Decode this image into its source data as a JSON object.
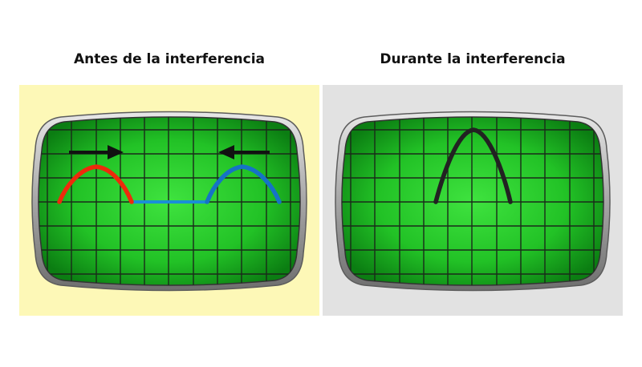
{
  "titles": {
    "left": "Antes de la interferencia",
    "right": "Durante la interferencia"
  },
  "colors": {
    "left_background": "#fdf8b7",
    "right_background": "#e2e2e2",
    "screen_green_center": "#3fe33f",
    "screen_green_edge": "#0b7d12",
    "grid_line": "#1a2a1a",
    "frame": "#9a9a9a",
    "pulse_left": "#ee2a0c",
    "pulse_right": "#1673c6",
    "baseline": "#1a8fd6",
    "pulse_combined": "#222222",
    "arrow": "#111111"
  },
  "panels": [
    {
      "id": "before",
      "pulses": [
        {
          "name": "left-pulse",
          "color_key": "pulse_left",
          "direction": "right"
        },
        {
          "name": "right-pulse",
          "color_key": "pulse_right",
          "direction": "left"
        }
      ]
    },
    {
      "id": "during",
      "pulses": [
        {
          "name": "combined-pulse",
          "color_key": "pulse_combined",
          "direction": "none"
        }
      ]
    }
  ]
}
